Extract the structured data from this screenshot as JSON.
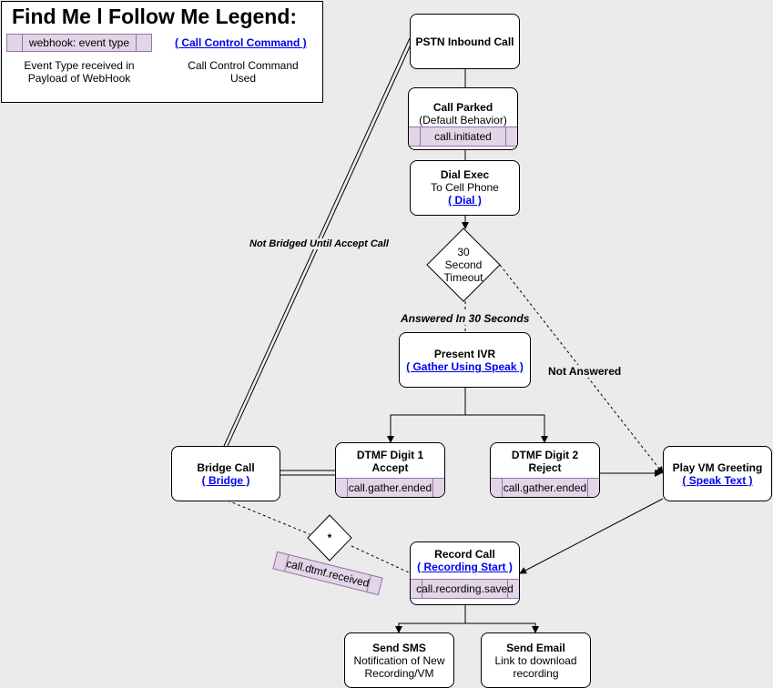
{
  "legend": {
    "title": "Find Me l Follow Me Legend:",
    "webhook_sample": "webhook: event type",
    "command_sample": "( Call Control Command  )",
    "webhook_note_1": "Event Type received  in",
    "webhook_note_2": "Payload of WebHook",
    "command_note_1": "Call Control Command",
    "command_note_2": "Used"
  },
  "nodes": {
    "pstn": {
      "title": "PSTN Inbound Call"
    },
    "parked": {
      "title": "Call Parked",
      "line": "(Default Behavior)",
      "event": "call.initiated"
    },
    "dial": {
      "title": "Dial Exec",
      "line": "To Cell Phone",
      "command": "( Dial )"
    },
    "timeout": {
      "line1": "30",
      "line2": "Second",
      "line3": "Timeout"
    },
    "ivr": {
      "title": "Present IVR",
      "command": "( Gather Using Speak )"
    },
    "bridge": {
      "title": "Bridge Call",
      "command": "( Bridge )"
    },
    "accept": {
      "title": "DTMF Digit 1",
      "line": "Accept",
      "event": "call.gather.ended"
    },
    "reject": {
      "title": "DTMF Digit 2",
      "line": "Reject",
      "event": "call.gather.ended"
    },
    "vm": {
      "title": "Play VM Greeting",
      "command": "( Speak Text )"
    },
    "star": {
      "label": "*",
      "event": "call.dtmf.received"
    },
    "record": {
      "title": "Record Call",
      "command": "( Recording Start )",
      "event": "call.recording.saved"
    },
    "sms": {
      "title": "Send SMS",
      "line1": "Notification of New",
      "line2": "Recording/VM"
    },
    "email": {
      "title": "Send Email",
      "line1": "Link to download",
      "line2": "recording"
    }
  },
  "edge_labels": {
    "not_bridged": "Not Bridged Until Accept Call",
    "answered": "Answered In 30 Seconds",
    "not_answered": "Not Answered"
  }
}
